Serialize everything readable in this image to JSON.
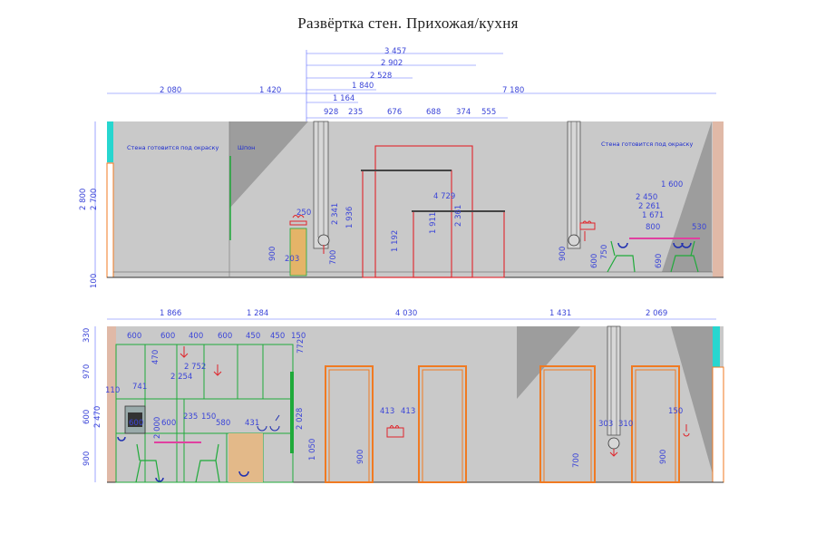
{
  "title": "Развёртка стен. Прихожая/кухня",
  "top": {
    "dims_upper": [
      "3 457",
      "2 902",
      "2 528",
      "1 840",
      "1 164"
    ],
    "dims_row": [
      "2 080",
      "1 420",
      "7 180"
    ],
    "dims_small": [
      "928",
      "235",
      "676",
      "688",
      "374",
      "555"
    ],
    "left_vert": [
      "2 800",
      "2 700",
      "100"
    ],
    "notes": [
      "Стена готовится под окраску",
      "Шпон",
      "Стена готовится под окраску"
    ],
    "inner": [
      "250",
      "2 341",
      "1 936",
      "700",
      "900",
      "203",
      "1 192",
      "1 911",
      "2 361",
      "4 729",
      "2 450",
      "2 261",
      "1 671",
      "1 600",
      "800",
      "530",
      "900",
      "600",
      "750",
      "690"
    ]
  },
  "bottom": {
    "dims_row": [
      "1 866",
      "1 284",
      "4 030",
      "1 431",
      "2 069"
    ],
    "dims_cab": [
      "600",
      "600",
      "400",
      "600",
      "450",
      "450",
      "150"
    ],
    "left_vert": [
      "330",
      "970",
      "600",
      "2 470",
      "900"
    ],
    "inner": [
      "772",
      "470",
      "2 752",
      "2 254",
      "741",
      "110",
      "600",
      "2 000",
      "600",
      "235",
      "150",
      "580",
      "431",
      "2 028",
      "1 050",
      "900",
      "413",
      "413",
      "700",
      "900",
      "303",
      "310",
      "150"
    ]
  }
}
